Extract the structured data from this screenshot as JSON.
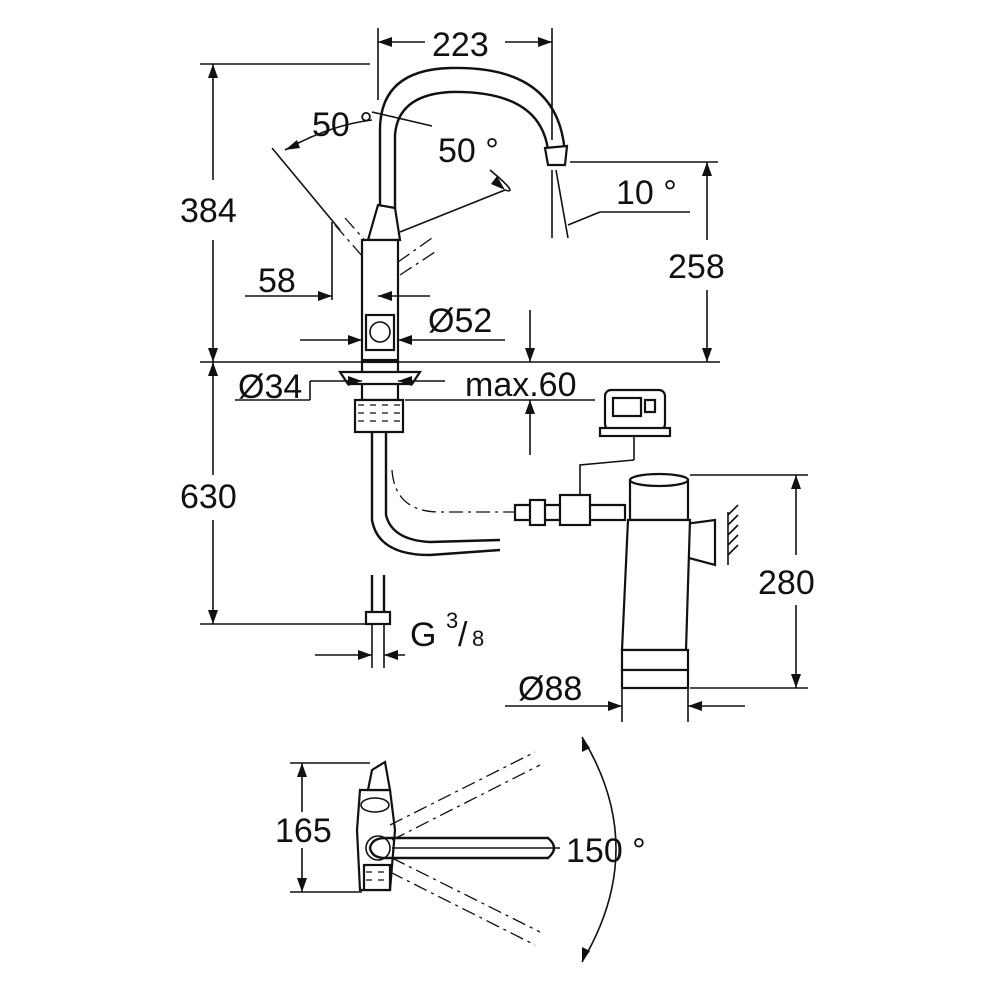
{
  "labels": {
    "width_spout": "223",
    "angle_left": "50 °",
    "angle_right": "50 °",
    "angle_spout": "10 °",
    "height_total": "384",
    "height_spout": "258",
    "offset_58": "58",
    "dia_52": "Ø52",
    "dia_34": "Ø34",
    "max_60": "max.60",
    "length_630": "630",
    "thread_g": "G",
    "thread_num": "3",
    "thread_den": "8",
    "height_filter": "280",
    "dia_88": "Ø88",
    "depth_165": "165",
    "angle_swivel": "150 °"
  }
}
